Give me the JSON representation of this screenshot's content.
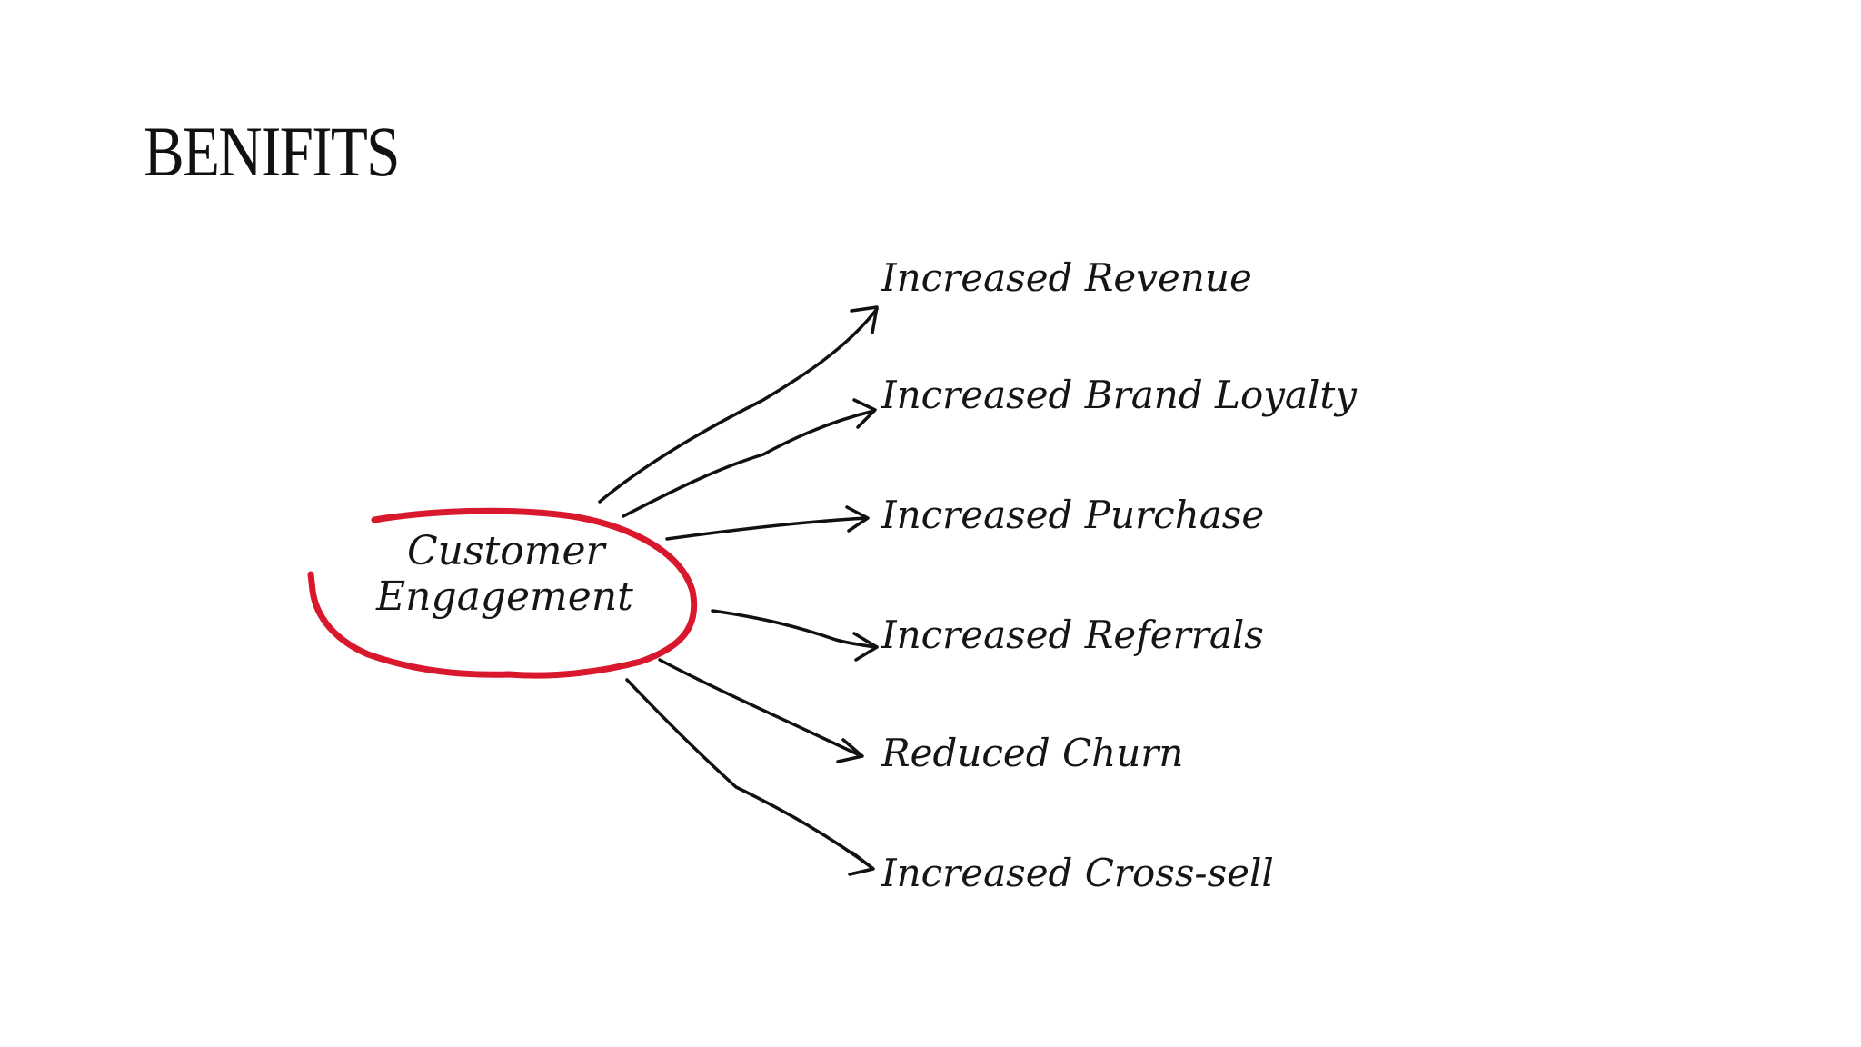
{
  "slide": {
    "title": "BENIFITS"
  },
  "diagram": {
    "hub": {
      "line1": "Customer",
      "line2": "Engagement",
      "outline_color": "#d9182d"
    },
    "branches": [
      {
        "label": "Increased Revenue"
      },
      {
        "label": "Increased Brand Loyalty"
      },
      {
        "label": "Increased Purchase"
      },
      {
        "label": "Increased Referrals"
      },
      {
        "label": "Reduced Churn"
      },
      {
        "label": "Increased Cross-sell"
      }
    ],
    "arrow_color": "#111111"
  }
}
